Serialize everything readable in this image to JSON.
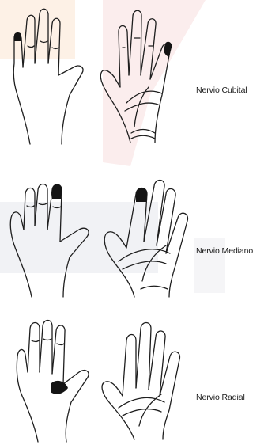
{
  "nerves": [
    {
      "label": "Nervio Cubital"
    },
    {
      "label": "Nervio Mediano"
    },
    {
      "label": "Nervio Radial"
    }
  ],
  "colors": {
    "ink": "#1e1e1e",
    "shading": "#141414",
    "watermark_orange": "#fbe6d2",
    "watermark_red": "#f7d6d6",
    "watermark_gray": "#e6e7ec"
  }
}
